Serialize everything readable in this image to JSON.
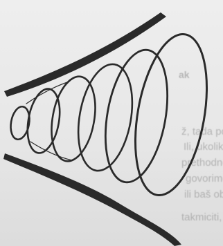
{
  "figure": {
    "subject": "cone-shaped horn with nested elliptical rings (sound wave spreading)",
    "colors": {
      "ink": "#2a2a2a",
      "paper": "#e9e9e9"
    }
  },
  "background_text": {
    "heading": "ak",
    "lines": [
      "ž, tada ponovo se z",
      "Ili, ukoliko je u",
      "prethodno, tada što š",
      "govorimo, govori",
      "ili baš obrnuto",
      "takmiciti, ne bi smeli"
    ]
  }
}
